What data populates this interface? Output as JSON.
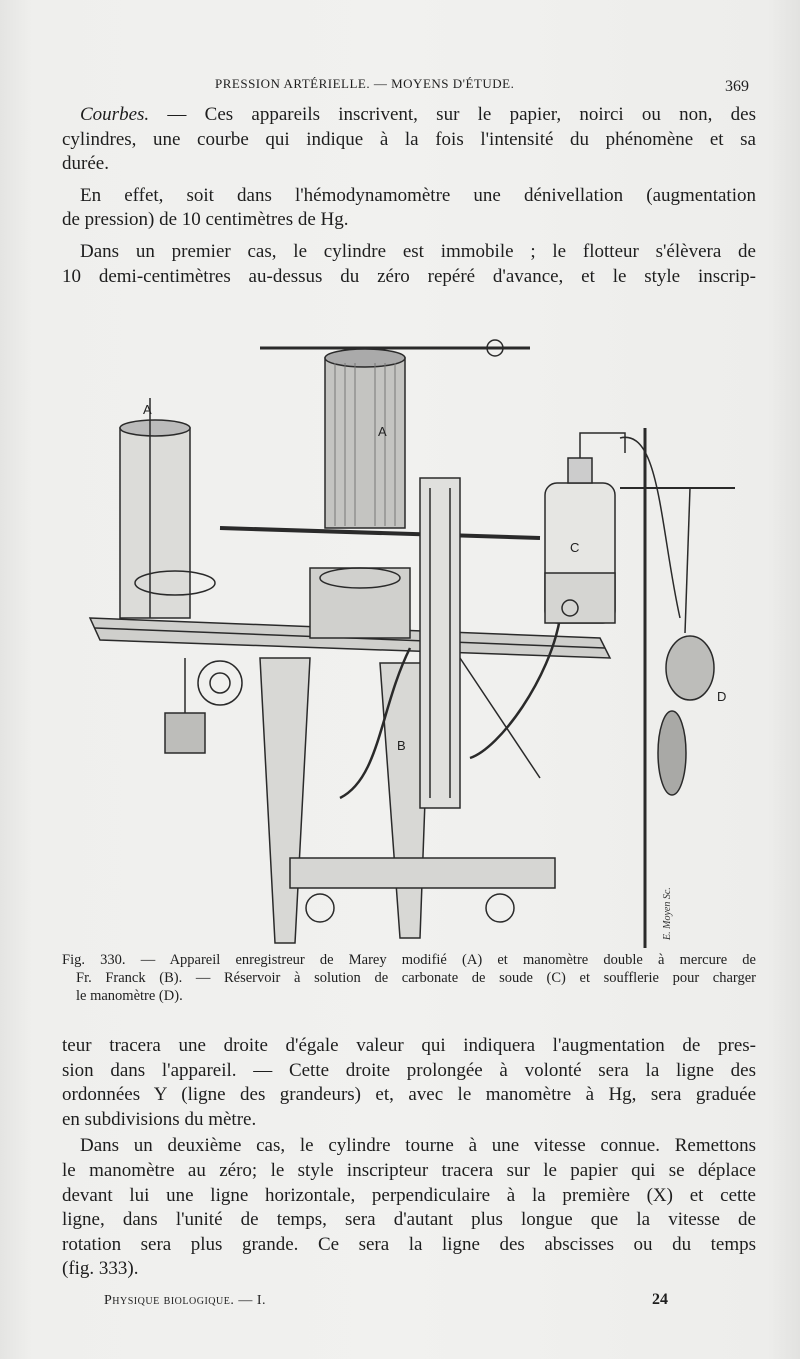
{
  "header": {
    "running_title": "PRESSION ARTÉRIELLE. — MOYENS D'ÉTUDE.",
    "page_number": "369"
  },
  "top_text": {
    "lead_italic": "Courbes.",
    "lines": [
      " — Ces appareils inscrivent, sur le papier, noirci ou non, des",
      "cylindres, une courbe qui indique à la fois l'intensité du phénomène et sa",
      "durée.",
      "En effet, soit dans l'hémodynamomètre une dénivellation (augmentation",
      "de pression) de 10 centimètres de Hg.",
      "Dans un premier cas, le cylindre est immobile ; le flotteur s'élèvera de",
      "10 demi-centimètres au-dessus du zéro repéré d'avance, et le style inscrip-"
    ]
  },
  "figure": {
    "labels": {
      "a_left": "A",
      "a_cylinder": "A",
      "b": "B",
      "c": "C",
      "d": "D"
    },
    "engraver_signature": "E. Moyen Sc.",
    "caption_lines": [
      "Fig. 330. — Appareil enregistreur de Marey modifié (A) et manomètre double à mercure de",
      "Fr. Franck (B). — Réservoir à solution de carbonate de soude (C) et soufflerie pour charger",
      "le manomètre (D)."
    ]
  },
  "bottom_text": {
    "lines": [
      "teur tracera une droite d'égale valeur qui indiquera l'augmentation de pres-",
      "sion dans l'appareil. — Cette droite prolongée à volonté sera la ligne des",
      "ordonnées Y (ligne des grandeurs) et, avec le manomètre à Hg, sera graduée",
      "en subdivisions du mètre.",
      "Dans un deuxième cas, le cylindre tourne à une vitesse connue. Remettons",
      "le manomètre au zéro; le style inscripteur tracera sur le papier qui se déplace",
      "devant lui une ligne horizontale, perpendiculaire à la première (X) et cette",
      "ligne, dans l'unité de temps, sera d'autant plus longue que la vitesse de",
      "rotation sera plus grande. Ce sera la ligne des abscisses ou du temps",
      "(fig. 333)."
    ]
  },
  "footer": {
    "book_title": "Physique biologique. — I.",
    "signature_mark": "24"
  }
}
